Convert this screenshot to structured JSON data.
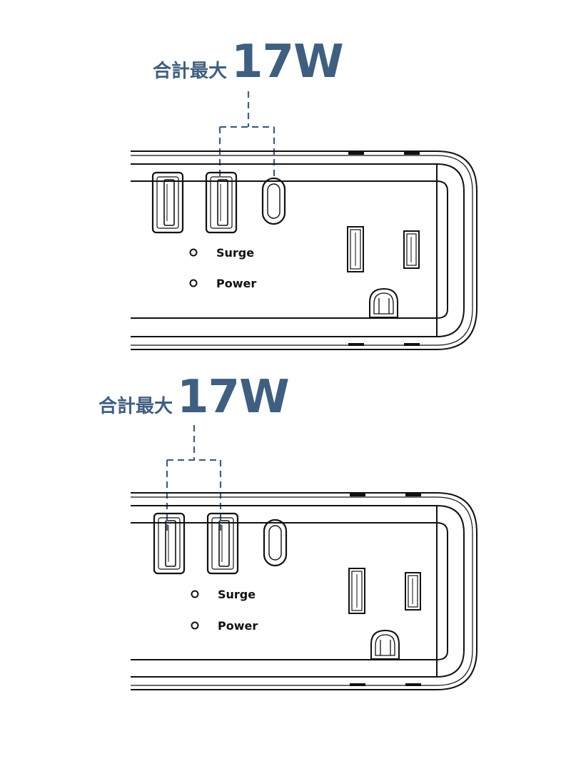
{
  "figures": [
    {
      "callout": {
        "prefix": "合計最大",
        "value": "17W"
      },
      "indicators": {
        "surge": "Surge",
        "power": "Power"
      }
    },
    {
      "callout": {
        "prefix": "合計最大",
        "value": "17W"
      },
      "indicators": {
        "surge": "Surge",
        "power": "Power"
      }
    }
  ],
  "colors": {
    "accent": "#3f5f80",
    "line": "#111111"
  }
}
